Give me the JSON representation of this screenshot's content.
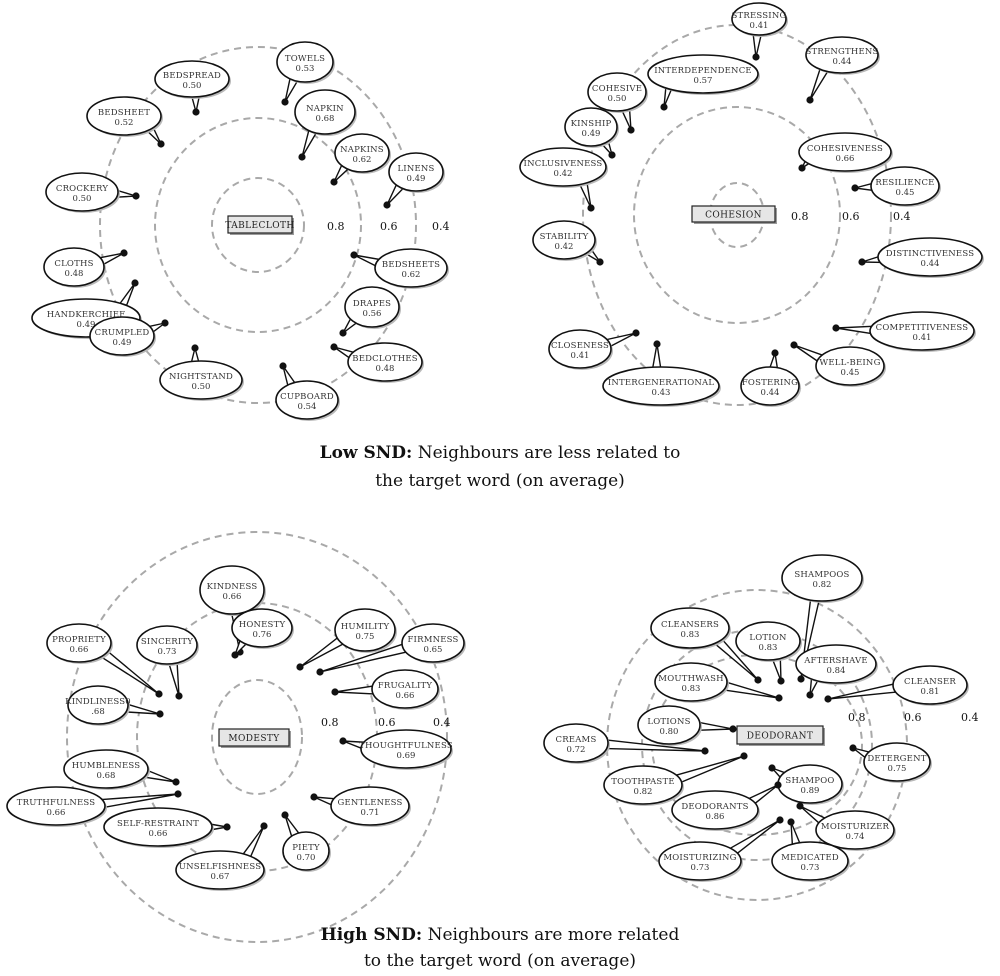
{
  "ring_labels": [
    "0.8",
    "0.6",
    "0.4"
  ],
  "panels": [
    {
      "target": "TABLECLOTH",
      "neighbours": [
        {
          "word": "TOWELS",
          "value": "0.53"
        },
        {
          "word": "BEDSPREAD",
          "value": "0.50"
        },
        {
          "word": "NAPKIN",
          "value": "0.68"
        },
        {
          "word": "BEDSHEET",
          "value": "0.52"
        },
        {
          "word": "NAPKINS",
          "value": "0.62"
        },
        {
          "word": "LINENS",
          "value": "0.49"
        },
        {
          "word": "CROCKERY",
          "value": "0.50"
        },
        {
          "word": "CLOTHS",
          "value": "0.48"
        },
        {
          "word": "BEDSHEETS",
          "value": "0.62"
        },
        {
          "word": "HANDKERCHIEF",
          "value": "0.49"
        },
        {
          "word": "DRAPES",
          "value": "0.56"
        },
        {
          "word": "CRUMPLED",
          "value": "0.49"
        },
        {
          "word": "BEDCLOTHES",
          "value": "0.48"
        },
        {
          "word": "NIGHTSTAND",
          "value": "0.50"
        },
        {
          "word": "CUPBOARD",
          "value": "0.54"
        }
      ]
    },
    {
      "target": "COHESION",
      "neighbours": [
        {
          "word": "STRESSING",
          "value": "0.41"
        },
        {
          "word": "STRENGTHENS",
          "value": "0.44"
        },
        {
          "word": "INTERDEPENDENCE",
          "value": "0.57"
        },
        {
          "word": "COHESIVE",
          "value": "0.50"
        },
        {
          "word": "KINSHIP",
          "value": "0.49"
        },
        {
          "word": "COHESIVENESS",
          "value": "0.66"
        },
        {
          "word": "INCLUSIVENESS",
          "value": "0.42"
        },
        {
          "word": "RESILIENCE",
          "value": "0.45"
        },
        {
          "word": "STABILITY",
          "value": "0.42"
        },
        {
          "word": "DISTINCTIVENESS",
          "value": "0.44"
        },
        {
          "word": "COMPETITIVENESS",
          "value": "0.41"
        },
        {
          "word": "CLOSENESS",
          "value": "0.41"
        },
        {
          "word": "WELL-BEING",
          "value": "0.45"
        },
        {
          "word": "INTERGENERATIONAL",
          "value": "0.43"
        },
        {
          "word": "FOSTERING",
          "value": "0.44"
        }
      ]
    },
    {
      "target": "MODESTY",
      "neighbours": [
        {
          "word": "KINDNESS",
          "value": "0.66"
        },
        {
          "word": "HONESTY",
          "value": "0.76"
        },
        {
          "word": "HUMILITY",
          "value": "0.75"
        },
        {
          "word": "PROPRIETY",
          "value": "0.66"
        },
        {
          "word": "SINCERITY",
          "value": "0.73"
        },
        {
          "word": "FIRMNESS",
          "value": "0.65"
        },
        {
          "word": "FRUGALITY",
          "value": "0.66"
        },
        {
          "word": "KINDLINESS0",
          "value": ".68"
        },
        {
          "word": "THOUGHTFULNESS",
          "value": "0.69"
        },
        {
          "word": "HUMBLENESS",
          "value": "0.68"
        },
        {
          "word": "TRUTHFULNESS",
          "value": "0.66"
        },
        {
          "word": "GENTLENESS",
          "value": "0.71"
        },
        {
          "word": "SELF-RESTRAINT",
          "value": "0.66"
        },
        {
          "word": "PIETY",
          "value": "0.70"
        },
        {
          "word": "UNSELFISHNESS",
          "value": "0.67"
        }
      ]
    },
    {
      "target": "DEODORANT",
      "neighbours": [
        {
          "word": "SHAMPOOS",
          "value": "0.82"
        },
        {
          "word": "CLEANSERS",
          "value": "0.83"
        },
        {
          "word": "LOTION",
          "value": "0.83"
        },
        {
          "word": "AFTERSHAVE",
          "value": "0.84"
        },
        {
          "word": "MOUTHWASH",
          "value": "0.83"
        },
        {
          "word": "CLEANSER",
          "value": "0.81"
        },
        {
          "word": "LOTIONS",
          "value": "0.80"
        },
        {
          "word": "CREAMS",
          "value": "0.72"
        },
        {
          "word": "DETERGENT",
          "value": "0.75"
        },
        {
          "word": "TOOTHPASTE",
          "value": "0.82"
        },
        {
          "word": "SHAMPOO",
          "value": "0.89"
        },
        {
          "word": "DEODORANTS",
          "value": "0.86"
        },
        {
          "word": "MOISTURIZER",
          "value": "0.74"
        },
        {
          "word": "MOISTURIZING",
          "value": "0.73"
        },
        {
          "word": "MEDICATED",
          "value": "0.73"
        }
      ]
    }
  ],
  "captions": {
    "low_bold": "Low SND:",
    "low_rest": " Neighbours are less related to",
    "low_line2": "the target word (on average)",
    "high_bold": "High SND:",
    "high_rest": " Neighbours are more related",
    "high_line2": "to the target word (on average)"
  }
}
